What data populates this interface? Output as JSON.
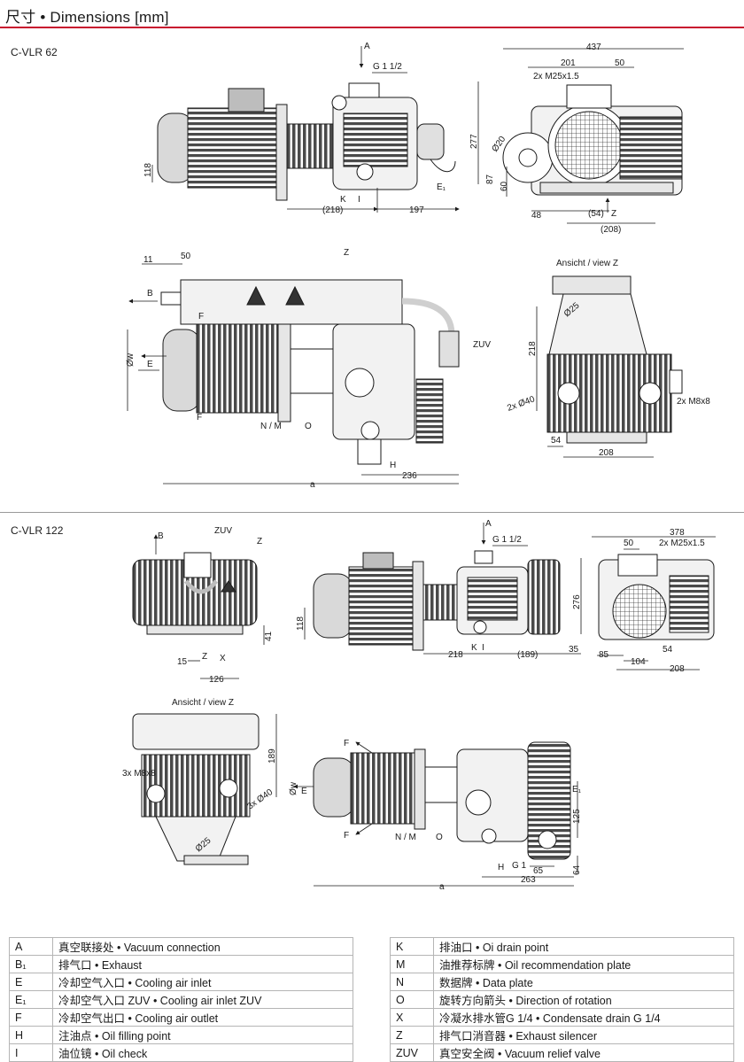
{
  "header": {
    "title": "尺寸 • Dimensions [mm]"
  },
  "sections": {
    "top": "C-VLR 62",
    "bottom": "C-VLR 122"
  },
  "drawing_labels": {
    "vlr62": {
      "A": "A",
      "G": "G 1 1/2",
      "K": "K",
      "I": "I",
      "E1": "E₁",
      "d118": "118",
      "d218": "(218)",
      "d197": "197",
      "d277": "277",
      "d437": "437",
      "d201": "201",
      "d50": "50",
      "m25": "2x M25x1.5",
      "o20": "Ø20",
      "d87": "87",
      "d60": "60",
      "d48": "48",
      "d54": "(54)",
      "d208": "(208)",
      "Z": "Z",
      "d11": "11",
      "d50b": "50",
      "B": "B",
      "Zb": "Z",
      "F1": "F",
      "Ow": "Øw",
      "E": "E",
      "F2": "F",
      "NM": "N / M",
      "O": "O",
      "ZUV": "ZUV",
      "H": "H",
      "d236": "236",
      "a": "a",
      "view": "Ansicht / view Z",
      "o25": "Ø25",
      "d218b": "218",
      "o40": "2x Ø40",
      "m8": "2x M8x8",
      "d54b": "54",
      "d208b": "208"
    },
    "vlr122": {
      "B": "B",
      "ZUV": "ZUV",
      "Z": "Z",
      "d41": "41",
      "d15": "15",
      "Zb": "Z",
      "X": "X",
      "d126": "126",
      "A": "A",
      "G": "G 1 1/2",
      "d118": "118",
      "d276": "276",
      "K": "K",
      "I": "I",
      "d218": "218",
      "d189": "(189)",
      "d35": "35",
      "d378": "378",
      "d50": "50",
      "m25": "2x M25x1.5",
      "d85": "85",
      "d104": "104",
      "d54": "54",
      "d208": "208",
      "view": "Ansicht / view Z",
      "d189b": "189",
      "m8": "3x M8x8",
      "o40": "3x Ø40",
      "o25": "Ø25",
      "F1": "F",
      "Ow": "Øw",
      "E": "E",
      "F2": "F",
      "E1": "E₁",
      "d125": "125",
      "NM": "N / M",
      "O": "O",
      "H": "H",
      "G1": "G 1",
      "d65": "65",
      "d64": "64",
      "d263": "263",
      "a": "a"
    }
  },
  "legend_left": [
    {
      "key": "A",
      "text": "真空联接处 • Vacuum connection"
    },
    {
      "key": "B₁",
      "text": "排气口 • Exhaust"
    },
    {
      "key": "E",
      "text": "冷却空气入口 • Cooling air inlet"
    },
    {
      "key": "E₁",
      "text": "冷却空气入口 ZUV • Cooling air inlet ZUV"
    },
    {
      "key": "F",
      "text": "冷却空气出口 • Cooling air outlet"
    },
    {
      "key": "H",
      "text": "注油点 • Oil filling point"
    },
    {
      "key": "I",
      "text": "油位镜 • Oil check"
    }
  ],
  "legend_right": [
    {
      "key": "K",
      "text": "排油口 • Oi drain point"
    },
    {
      "key": "M",
      "text": "油推荐标牌 • Oil recommendation plate"
    },
    {
      "key": "N",
      "text": "数据牌 • Data plate"
    },
    {
      "key": "O",
      "text": "旋转方向箭头 • Direction of rotation"
    },
    {
      "key": "X",
      "text": "冷凝水排水管G 1/4 • Condensate drain G 1/4"
    },
    {
      "key": "Z",
      "text": "排气口消音器 • Exhaust silencer"
    },
    {
      "key": "ZUV",
      "text": "真空安全阀 • Vacuum relief valve"
    }
  ],
  "colors": {
    "accent_rule": "#c8102e",
    "line": "#1a1a1a",
    "table_border": "#b5b5b5"
  }
}
